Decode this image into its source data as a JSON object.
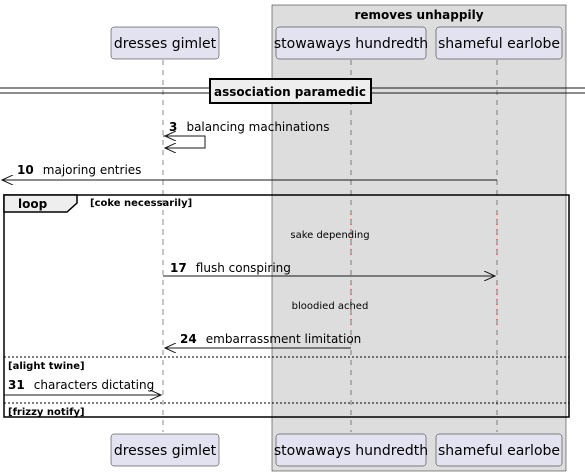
{
  "box": {
    "title": "removes unhappily"
  },
  "participants": [
    {
      "label": "dresses gimlet"
    },
    {
      "label": "stowaways hundredth"
    },
    {
      "label": "shameful earlobe"
    }
  ],
  "divider": {
    "label": "association paramedic"
  },
  "messages": [
    {
      "num": "3",
      "text": "balancing machinations"
    },
    {
      "num": "10",
      "text": "majoring entries"
    },
    {
      "num": "17",
      "text": "flush conspiring"
    },
    {
      "num": "24",
      "text": "embarrassment limitation"
    },
    {
      "num": "31",
      "text": "characters dictating"
    }
  ],
  "loop": {
    "keyword": "loop",
    "condition": "[coke necessarily]",
    "else_1": "[alight twine]",
    "else_2": "[frizzy notify]"
  },
  "delays": [
    {
      "text": "sake depending"
    },
    {
      "text": "bloodied ached"
    }
  ],
  "colors": {
    "participant_fill": "#e2e2f0",
    "participant_border": "#181818",
    "box_fill": "#dddddd",
    "lifeline": "#181818",
    "delay_dots": "#ff0000"
  }
}
